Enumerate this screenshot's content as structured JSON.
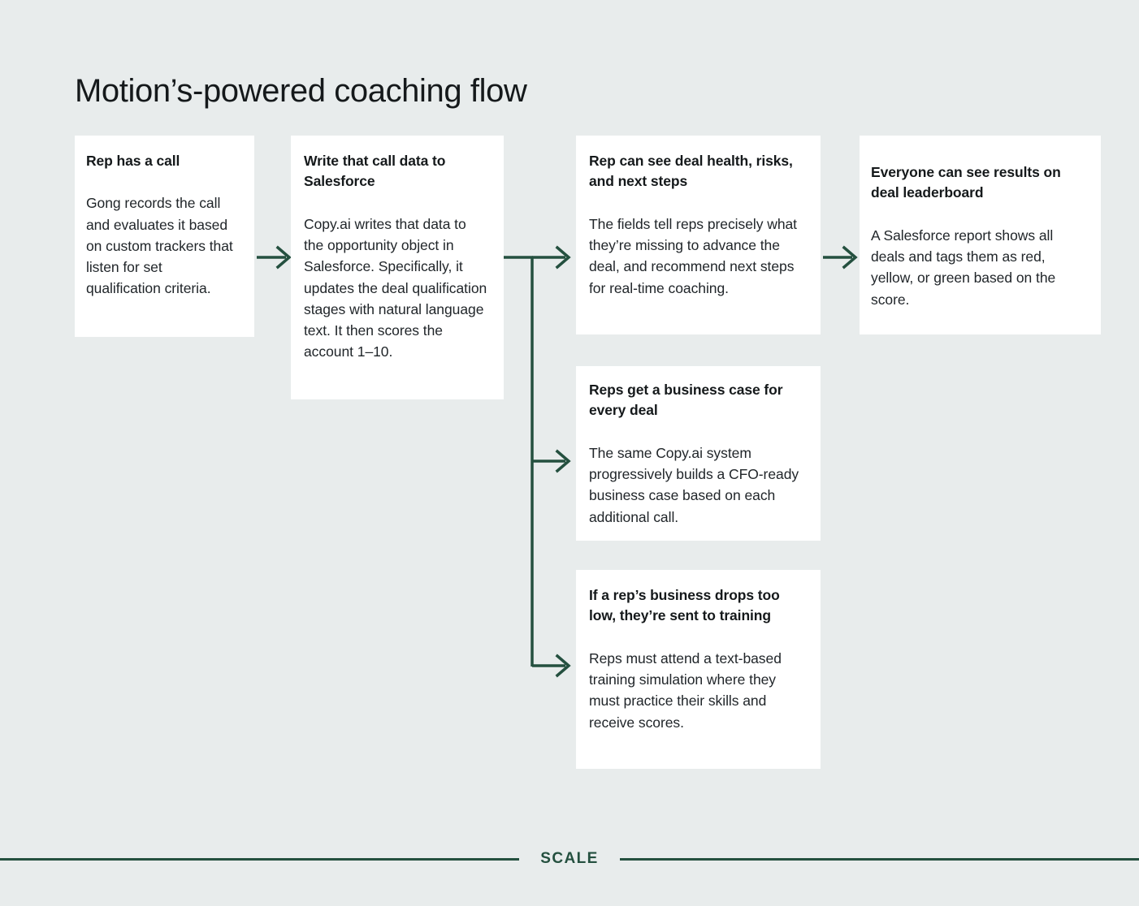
{
  "page": {
    "title": "Motion’s-powered coaching flow",
    "background_color": "#e8ecec",
    "accent_color": "#24503f",
    "card_color": "#ffffff",
    "text_color": "#15191b"
  },
  "diagram_data": {
    "type": "flowchart",
    "direction": "left-to-right with vertical fan-out",
    "nodes": [
      {
        "id": "card-1",
        "title": "Rep has a call",
        "body": "Gong records the call and evaluates it based on custom trackers that listen for set qualification criteria.",
        "column": 1,
        "row": 1
      },
      {
        "id": "card-2",
        "title": "Write that call data to Salesforce",
        "body": "Copy.ai writes that data to the opportunity object in Salesforce. Specifically, it updates the deal qualification stages with natural language text. It then scores the account 1–10.",
        "column": 2,
        "row": 1
      },
      {
        "id": "card-3",
        "title": "Rep can see deal health, risks, and next steps",
        "body": "The fields tell reps precisely what they’re missing to advance the deal, and recommend next steps for real-time coaching.",
        "column": 3,
        "row": 1
      },
      {
        "id": "card-4",
        "title": "Everyone can see results on deal leaderboard",
        "body": "A Salesforce report shows all deals and tags them as red, yellow, or green based on the score.",
        "column": 4,
        "row": 1
      },
      {
        "id": "card-5",
        "title": "Reps get a business case for every deal",
        "body": "The same Copy.ai system progressively builds a CFO-ready business case based on each additional call.",
        "column": 3,
        "row": 2
      },
      {
        "id": "card-6",
        "title": "If a rep’s business drops too low, they’re sent to training",
        "body": "Reps must attend a text-based training simulation where they must practice their skills and receive scores.",
        "column": 3,
        "row": 3
      }
    ],
    "edges": [
      {
        "from": "card-1",
        "to": "card-2",
        "style": "straight-arrow"
      },
      {
        "from": "card-2",
        "to": "card-3",
        "style": "branch-arrow"
      },
      {
        "from": "card-2",
        "to": "card-5",
        "style": "branch-arrow"
      },
      {
        "from": "card-2",
        "to": "card-6",
        "style": "branch-arrow"
      },
      {
        "from": "card-3",
        "to": "card-4",
        "style": "straight-arrow"
      }
    ]
  },
  "footer": {
    "brand": "SCALE"
  }
}
